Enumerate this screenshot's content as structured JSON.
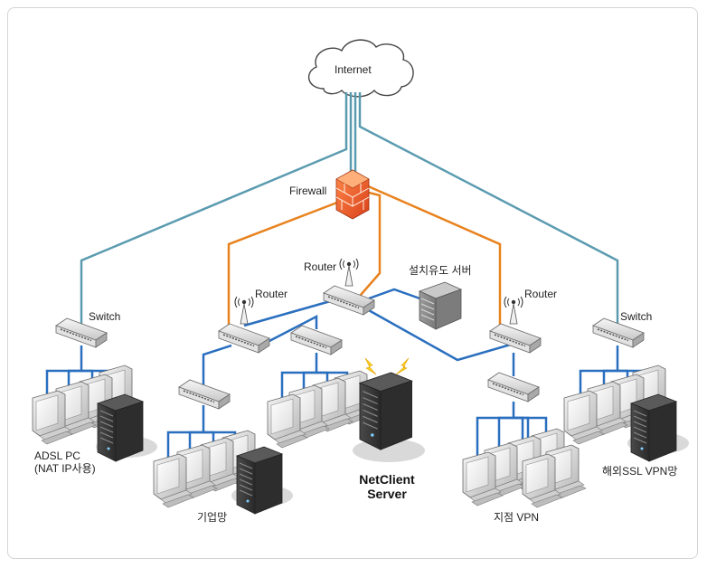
{
  "labels": {
    "internet": "Internet",
    "firewall": "Firewall",
    "router_center": "Router",
    "router_left": "Router",
    "router_right": "Router",
    "install_server": "설치유도 서버",
    "switch_left": "Switch",
    "switch_right": "Switch",
    "adsl_line1": "ADSL PC",
    "adsl_line2": "(NAT IP사용)",
    "corporate": "기업망",
    "netclient_line1": "NetClient",
    "netclient_line2": "Server",
    "branch_vpn": "지점 VPN",
    "overseas_vpn": "해외SSL VPN망"
  },
  "colors": {
    "internet_link": "#5b9bb0",
    "firewall_link": "#e8821e",
    "lan_link": "#2a6fbf",
    "frame": "#d4d4d4"
  }
}
